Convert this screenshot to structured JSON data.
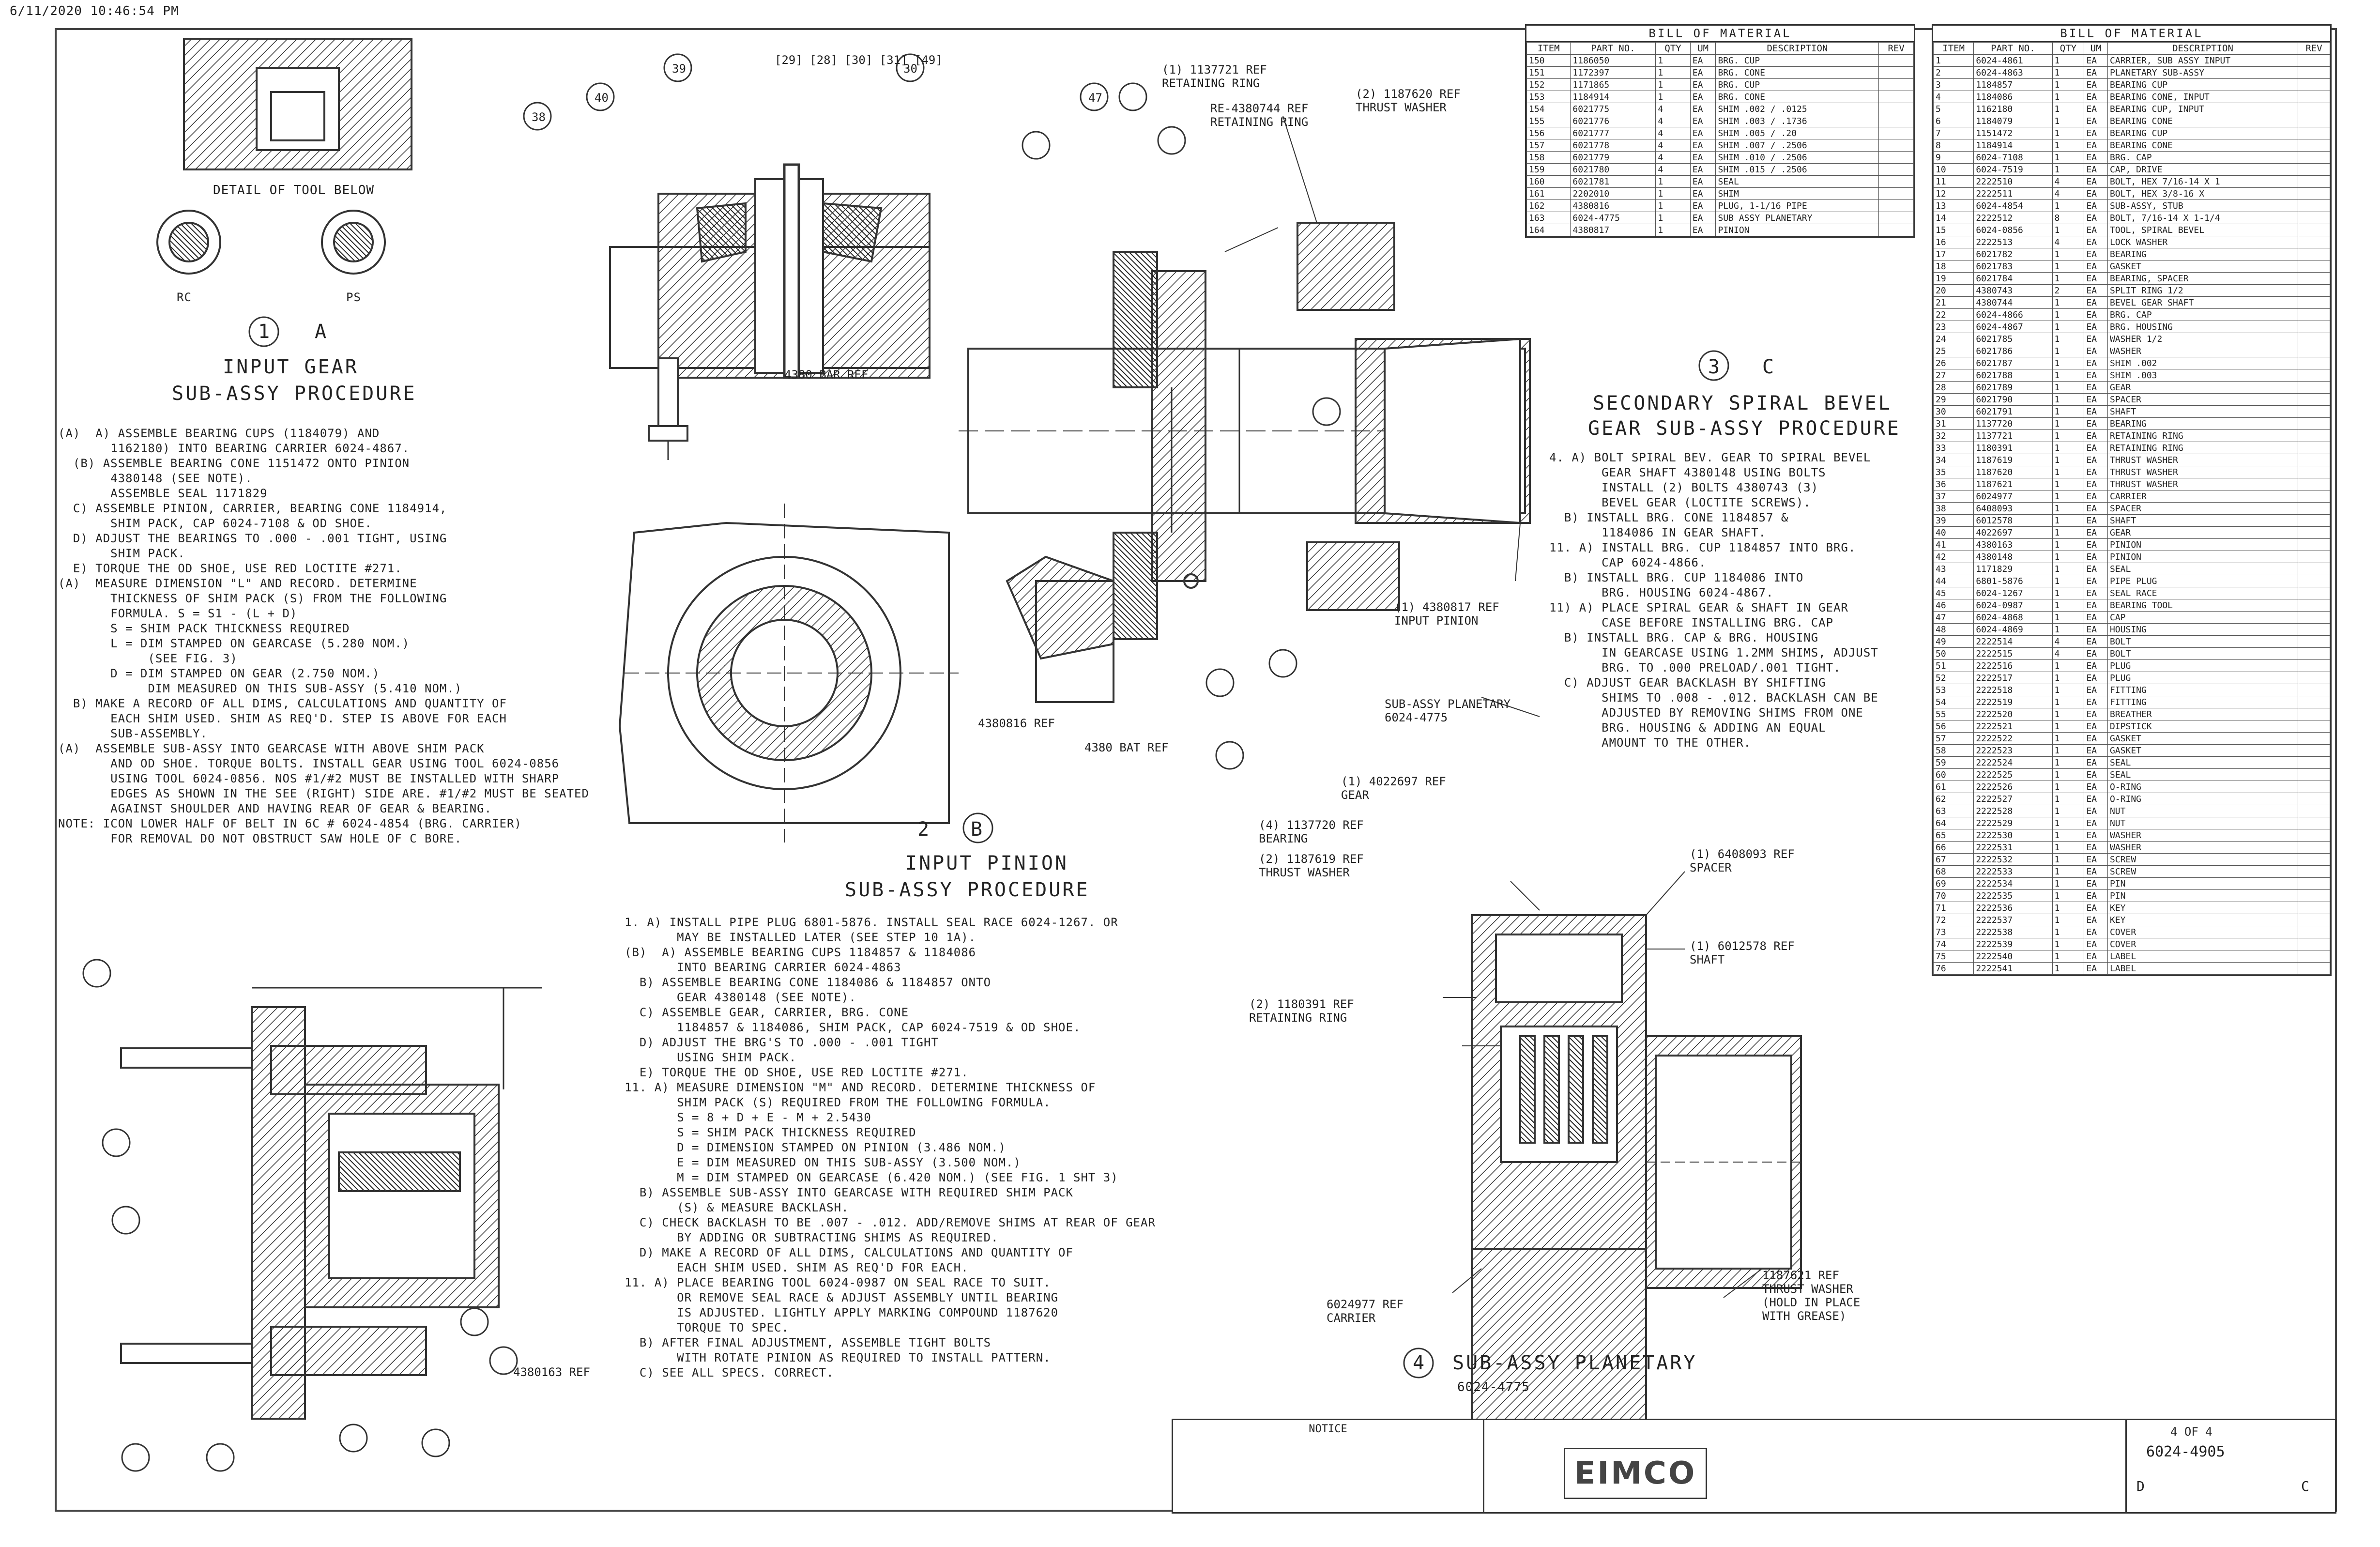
{
  "header": {
    "stamp": "6/11/2020 10:46:54 PM"
  },
  "views": {
    "input_gear": {
      "detail_caption": "DETAIL OF TOOL BELOW",
      "tool_labels": [
        "RC",
        "PS"
      ],
      "number": "1",
      "letter": "A",
      "title": [
        "INPUT GEAR",
        "SUB-ASSY PROCEDURE"
      ]
    },
    "input_pinion": {
      "number": "2",
      "letter": "B",
      "title": [
        "INPUT PINION",
        "SUB-ASSY PROCEDURE"
      ]
    },
    "secondary_bevel": {
      "number": "3",
      "letter": "C",
      "title": [
        "SECONDARY SPIRAL BEVEL",
        "GEAR SUB-ASSY PROCEDURE"
      ]
    },
    "planetary": {
      "number": "4",
      "title": "SUB-ASSY PLANETARY",
      "part": "6024-4775"
    }
  },
  "callouts": [
    {
      "id": "c_top_center",
      "text": "[29] [28] [30] [31] [49]"
    },
    {
      "id": "c_30",
      "text": "30"
    },
    {
      "id": "c_38",
      "text": "38"
    },
    {
      "id": "c_40",
      "text": "40"
    },
    {
      "id": "c_39",
      "text": "39"
    },
    {
      "id": "c_47",
      "text": "47"
    },
    {
      "id": "c_bar_ref",
      "text": "4380 BAR REF"
    },
    {
      "id": "c_ret_ring",
      "text": "(1) 1137721 REF\nRETAINING RING"
    },
    {
      "id": "c_rod_ref",
      "text": "RE-4380744 REF\nRETAINING RING"
    },
    {
      "id": "c_shim_ref",
      "text": "(2) 1187620 REF\nTHRUST WASHER"
    },
    {
      "id": "c_input_pinion",
      "text": "(1) 4380817 REF\nINPUT PINION"
    },
    {
      "id": "c_sub_assy",
      "text": "SUB-ASSY PLANETARY\n6024-4775"
    },
    {
      "id": "c_4380_ref",
      "text": "4380816 REF"
    },
    {
      "id": "c_bar_ref2",
      "text": "4380 BAT REF"
    },
    {
      "id": "c_gear_ref",
      "text": "(1) 4022697 REF\nGEAR"
    },
    {
      "id": "c_bearing",
      "text": "(4) 1137720 REF\nBEARING"
    },
    {
      "id": "c_thrust",
      "text": "(2) 1187619 REF\nTHRUST WASHER"
    },
    {
      "id": "c_spacer",
      "text": "(1) 6408093 REF\nSPACER"
    },
    {
      "id": "c_shaft",
      "text": "(1) 6012578 REF\nSHAFT"
    },
    {
      "id": "c_ret_ring2",
      "text": "(2) 1180391 REF\nRETAINING RING"
    },
    {
      "id": "c_carrier",
      "text": "6024977 REF\nCARRIER"
    },
    {
      "id": "c_thrust2",
      "text": "1187621 REF\nTHRUST WASHER\n(HOLD IN PLACE\nWITH GREASE)"
    },
    {
      "id": "c_carrier2",
      "text": "4380163 REF"
    }
  ],
  "procedures": {
    "input_gear": [
      "(A)  A) ASSEMBLE BEARING CUPS (1184079) AND",
      "       1162180) INTO BEARING CARRIER 6024-4867.",
      "  (B) ASSEMBLE BEARING CONE 1151472 ONTO PINION",
      "       4380148 (SEE NOTE).",
      "       ASSEMBLE SEAL 1171829",
      "  C) ASSEMBLE PINION, CARRIER, BEARING CONE 1184914,",
      "       SHIM PACK, CAP 6024-7108 & OD SHOE.",
      "  D) ADJUST THE BEARINGS TO .000 - .001 TIGHT, USING",
      "       SHIM PACK.",
      "  E) TORQUE THE OD SHOE, USE RED LOCTITE #271.",
      "",
      "(A)  MEASURE DIMENSION \"L\" AND RECORD. DETERMINE",
      "       THICKNESS OF SHIM PACK (S) FROM THE FOLLOWING",
      "       FORMULA. S = S1 - (L + D)",
      "       S = SHIM PACK THICKNESS REQUIRED",
      "       L = DIM STAMPED ON GEARCASE (5.280 NOM.)",
      "            (SEE FIG. 3)",
      "       D = DIM STAMPED ON GEAR (2.750 NOM.)",
      "            DIM MEASURED ON THIS SUB-ASSY (5.410 NOM.)",
      "  B) MAKE A RECORD OF ALL DIMS, CALCULATIONS AND QUANTITY OF",
      "       EACH SHIM USED. SHIM AS REQ'D. STEP IS ABOVE FOR EACH",
      "       SUB-ASSEMBLY.",
      "(A)  ASSEMBLE SUB-ASSY INTO GEARCASE WITH ABOVE SHIM PACK",
      "       AND OD SHOE. TORQUE BOLTS. INSTALL GEAR USING TOOL 6024-0856",
      "       USING TOOL 6024-0856. NOS #1/#2 MUST BE INSTALLED WITH SHARP",
      "       EDGES AS SHOWN IN THE SEE (RIGHT) SIDE ARE. #1/#2 MUST BE SEATED",
      "       AGAINST SHOULDER AND HAVING REAR OF GEAR & BEARING.",
      "",
      "NOTE: ICON LOWER HALF OF BELT IN 6C # 6024-4854 (BRG. CARRIER)",
      "       FOR REMOVAL DO NOT OBSTRUCT SAW HOLE OF C BORE."
    ],
    "input_pinion": [
      "1. A) INSTALL PIPE PLUG 6801-5876. INSTALL SEAL RACE 6024-1267. OR",
      "       MAY BE INSTALLED LATER (SEE STEP 10 1A).",
      "",
      "(B)  A) ASSEMBLE BEARING CUPS 1184857 & 1184086",
      "       INTO BEARING CARRIER 6024-4863",
      "  B) ASSEMBLE BEARING CONE 1184086 & 1184857 ONTO",
      "       GEAR 4380148 (SEE NOTE).",
      "  C) ASSEMBLE GEAR, CARRIER, BRG. CONE",
      "       1184857 & 1184086, SHIM PACK, CAP 6024-7519 & OD SHOE.",
      "  D) ADJUST THE BRG'S TO .000 - .001 TIGHT",
      "       USING SHIM PACK.",
      "  E) TORQUE THE OD SHOE, USE RED LOCTITE #271.",
      "",
      "11. A) MEASURE DIMENSION \"M\" AND RECORD. DETERMINE THICKNESS OF",
      "       SHIM PACK (S) REQUIRED FROM THE FOLLOWING FORMULA.",
      "       S = 8 + D + E - M + 2.5430",
      "       S = SHIM PACK THICKNESS REQUIRED",
      "       D = DIMENSION STAMPED ON PINION (3.486 NOM.)",
      "       E = DIM MEASURED ON THIS SUB-ASSY (3.500 NOM.)",
      "       M = DIM STAMPED ON GEARCASE (6.420 NOM.) (SEE FIG. 1 SHT 3)",
      "",
      "  B) ASSEMBLE SUB-ASSY INTO GEARCASE WITH REQUIRED SHIM PACK",
      "       (S) & MEASURE BACKLASH.",
      "  C) CHECK BACKLASH TO BE .007 - .012. ADD/REMOVE SHIMS AT REAR OF GEAR",
      "       BY ADDING OR SUBTRACTING SHIMS AS REQUIRED.",
      "  D) MAKE A RECORD OF ALL DIMS, CALCULATIONS AND QUANTITY OF",
      "       EACH SHIM USED. SHIM AS REQ'D FOR EACH.",
      "",
      "11. A) PLACE BEARING TOOL 6024-0987 ON SEAL RACE TO SUIT.",
      "       OR REMOVE SEAL RACE & ADJUST ASSEMBLY UNTIL BEARING",
      "       IS ADJUSTED. LIGHTLY APPLY MARKING COMPOUND 1187620",
      "       TORQUE TO SPEC.",
      "  B) AFTER FINAL ADJUSTMENT, ASSEMBLE TIGHT BOLTS",
      "       WITH ROTATE PINION AS REQUIRED TO INSTALL PATTERN.",
      "  C) SEE ALL SPECS. CORRECT."
    ],
    "secondary_bevel": [
      "4. A) BOLT SPIRAL BEV. GEAR TO SPIRAL BEVEL",
      "       GEAR SHAFT 4380148 USING BOLTS",
      "       INSTALL (2) BOLTS 4380743 (3)",
      "       BEVEL GEAR (LOCTITE SCREWS).",
      "",
      "  B) INSTALL BRG. CONE 1184857 &",
      "       1184086 IN GEAR SHAFT.",
      "",
      "11. A) INSTALL BRG. CUP 1184857 INTO BRG.",
      "       CAP 6024-4866.",
      "",
      "  B) INSTALL BRG. CUP 1184086 INTO",
      "       BRG. HOUSING 6024-4867.",
      "",
      "11) A) PLACE SPIRAL GEAR & SHAFT IN GEAR",
      "       CASE BEFORE INSTALLING BRG. CAP",
      "",
      "  B) INSTALL BRG. CAP & BRG. HOUSING",
      "       IN GEARCASE USING 1.2MM SHIMS, ADJUST",
      "       BRG. TO .000 PRELOAD/.001 TIGHT.",
      "",
      "  C) ADJUST GEAR BACKLASH BY SHIFTING",
      "       SHIMS TO .008 - .012. BACKLASH CAN BE",
      "       ADJUSTED BY REMOVING SHIMS FROM ONE",
      "       BRG. HOUSING & ADDING AN EQUAL",
      "       AMOUNT TO THE OTHER."
    ]
  },
  "bom_left": {
    "title": "BILL OF MATERIAL",
    "headers": [
      "ITEM",
      "PART NO.",
      "QTY",
      "UM",
      "DESCRIPTION",
      "REV"
    ],
    "rows": [
      [
        "150",
        "1186050",
        "1",
        "EA",
        "BRG. CUP",
        ""
      ],
      [
        "151",
        "1172397",
        "1",
        "EA",
        "BRG. CONE",
        ""
      ],
      [
        "152",
        "1171865",
        "1",
        "EA",
        "BRG. CUP",
        ""
      ],
      [
        "153",
        "1184914",
        "1",
        "EA",
        "BRG. CONE",
        ""
      ],
      [
        "154",
        "6021775",
        "4",
        "EA",
        "SHIM .002 / .0125",
        ""
      ],
      [
        "155",
        "6021776",
        "4",
        "EA",
        "SHIM .003 / .1736",
        ""
      ],
      [
        "156",
        "6021777",
        "4",
        "EA",
        "SHIM .005 / .20",
        ""
      ],
      [
        "157",
        "6021778",
        "4",
        "EA",
        "SHIM .007 / .2506",
        ""
      ],
      [
        "158",
        "6021779",
        "4",
        "EA",
        "SHIM .010 / .2506",
        ""
      ],
      [
        "159",
        "6021780",
        "4",
        "EA",
        "SHIM .015 / .2506",
        ""
      ],
      [
        "160",
        "6021781",
        "1",
        "EA",
        "SEAL",
        ""
      ],
      [
        "161",
        "2202010",
        "1",
        "EA",
        "SHIM",
        ""
      ],
      [
        "162",
        "4380816",
        "1",
        "EA",
        "PLUG, 1-1/16 PIPE",
        ""
      ],
      [
        "163",
        "6024-4775",
        "1",
        "EA",
        "SUB ASSY PLANETARY",
        ""
      ],
      [
        "164",
        "4380817",
        "1",
        "EA",
        "PINION",
        ""
      ]
    ]
  },
  "bom_right": {
    "title": "BILL OF MATERIAL",
    "headers": [
      "ITEM",
      "PART NO.",
      "QTY",
      "UM",
      "DESCRIPTION",
      "REV"
    ],
    "rows": [
      [
        "1",
        "6024-4861",
        "1",
        "EA",
        "CARRIER, SUB ASSY INPUT",
        ""
      ],
      [
        "2",
        "6024-4863",
        "1",
        "EA",
        "PLANETARY SUB-ASSY",
        ""
      ],
      [
        "3",
        "1184857",
        "1",
        "EA",
        "BEARING CUP",
        ""
      ],
      [
        "4",
        "1184086",
        "1",
        "EA",
        "BEARING CONE, INPUT",
        ""
      ],
      [
        "5",
        "1162180",
        "1",
        "EA",
        "BEARING CUP, INPUT",
        ""
      ],
      [
        "6",
        "1184079",
        "1",
        "EA",
        "BEARING CONE",
        ""
      ],
      [
        "7",
        "1151472",
        "1",
        "EA",
        "BEARING CUP",
        ""
      ],
      [
        "8",
        "1184914",
        "1",
        "EA",
        "BEARING CONE",
        ""
      ],
      [
        "9",
        "6024-7108",
        "1",
        "EA",
        "BRG. CAP",
        ""
      ],
      [
        "10",
        "6024-7519",
        "1",
        "EA",
        "CAP, DRIVE",
        ""
      ],
      [
        "11",
        "2222510",
        "4",
        "EA",
        "BOLT, HEX 7/16-14 X 1",
        ""
      ],
      [
        "12",
        "2222511",
        "4",
        "EA",
        "BOLT, HEX 3/8-16 X",
        ""
      ],
      [
        "13",
        "6024-4854",
        "1",
        "EA",
        "SUB-ASSY, STUB",
        ""
      ],
      [
        "14",
        "2222512",
        "8",
        "EA",
        "BOLT, 7/16-14 X 1-1/4",
        ""
      ],
      [
        "15",
        "6024-0856",
        "1",
        "EA",
        "TOOL, SPIRAL BEVEL",
        ""
      ],
      [
        "16",
        "2222513",
        "4",
        "EA",
        "LOCK WASHER",
        ""
      ],
      [
        "17",
        "6021782",
        "1",
        "EA",
        "BEARING",
        ""
      ],
      [
        "18",
        "6021783",
        "1",
        "EA",
        "GASKET",
        ""
      ],
      [
        "19",
        "6021784",
        "1",
        "EA",
        "BEARING, SPACER",
        ""
      ],
      [
        "20",
        "4380743",
        "2",
        "EA",
        "SPLIT RING 1/2",
        ""
      ],
      [
        "21",
        "4380744",
        "1",
        "EA",
        "BEVEL GEAR SHAFT",
        ""
      ],
      [
        "22",
        "6024-4866",
        "1",
        "EA",
        "BRG. CAP",
        ""
      ],
      [
        "23",
        "6024-4867",
        "1",
        "EA",
        "BRG. HOUSING",
        ""
      ],
      [
        "24",
        "6021785",
        "1",
        "EA",
        "WASHER 1/2",
        ""
      ],
      [
        "25",
        "6021786",
        "1",
        "EA",
        "WASHER",
        ""
      ],
      [
        "26",
        "6021787",
        "1",
        "EA",
        "SHIM .002",
        ""
      ],
      [
        "27",
        "6021788",
        "1",
        "EA",
        "SHIM .003",
        ""
      ],
      [
        "28",
        "6021789",
        "1",
        "EA",
        "GEAR",
        ""
      ],
      [
        "29",
        "6021790",
        "1",
        "EA",
        "SPACER",
        ""
      ],
      [
        "30",
        "6021791",
        "1",
        "EA",
        "SHAFT",
        ""
      ],
      [
        "31",
        "1137720",
        "1",
        "EA",
        "BEARING",
        ""
      ],
      [
        "32",
        "1137721",
        "1",
        "EA",
        "RETAINING RING",
        ""
      ],
      [
        "33",
        "1180391",
        "1",
        "EA",
        "RETAINING RING",
        ""
      ],
      [
        "34",
        "1187619",
        "1",
        "EA",
        "THRUST WASHER",
        ""
      ],
      [
        "35",
        "1187620",
        "1",
        "EA",
        "THRUST WASHER",
        ""
      ],
      [
        "36",
        "1187621",
        "1",
        "EA",
        "THRUST WASHER",
        ""
      ],
      [
        "37",
        "6024977",
        "1",
        "EA",
        "CARRIER",
        ""
      ],
      [
        "38",
        "6408093",
        "1",
        "EA",
        "SPACER",
        ""
      ],
      [
        "39",
        "6012578",
        "1",
        "EA",
        "SHAFT",
        ""
      ],
      [
        "40",
        "4022697",
        "1",
        "EA",
        "GEAR",
        ""
      ],
      [
        "41",
        "4380163",
        "1",
        "EA",
        "PINION",
        ""
      ],
      [
        "42",
        "4380148",
        "1",
        "EA",
        "PINION",
        ""
      ],
      [
        "43",
        "1171829",
        "1",
        "EA",
        "SEAL",
        ""
      ],
      [
        "44",
        "6801-5876",
        "1",
        "EA",
        "PIPE PLUG",
        ""
      ],
      [
        "45",
        "6024-1267",
        "1",
        "EA",
        "SEAL RACE",
        ""
      ],
      [
        "46",
        "6024-0987",
        "1",
        "EA",
        "BEARING TOOL",
        ""
      ],
      [
        "47",
        "6024-4868",
        "1",
        "EA",
        "CAP",
        ""
      ],
      [
        "48",
        "6024-4869",
        "1",
        "EA",
        "HOUSING",
        ""
      ],
      [
        "49",
        "2222514",
        "4",
        "EA",
        "BOLT",
        ""
      ],
      [
        "50",
        "2222515",
        "4",
        "EA",
        "BOLT",
        ""
      ],
      [
        "51",
        "2222516",
        "1",
        "EA",
        "PLUG",
        ""
      ],
      [
        "52",
        "2222517",
        "1",
        "EA",
        "PLUG",
        ""
      ],
      [
        "53",
        "2222518",
        "1",
        "EA",
        "FITTING",
        ""
      ],
      [
        "54",
        "2222519",
        "1",
        "EA",
        "FITTING",
        ""
      ],
      [
        "55",
        "2222520",
        "1",
        "EA",
        "BREATHER",
        ""
      ],
      [
        "56",
        "2222521",
        "1",
        "EA",
        "DIPSTICK",
        ""
      ],
      [
        "57",
        "2222522",
        "1",
        "EA",
        "GASKET",
        ""
      ],
      [
        "58",
        "2222523",
        "1",
        "EA",
        "GASKET",
        ""
      ],
      [
        "59",
        "2222524",
        "1",
        "EA",
        "SEAL",
        ""
      ],
      [
        "60",
        "2222525",
        "1",
        "EA",
        "SEAL",
        ""
      ],
      [
        "61",
        "2222526",
        "1",
        "EA",
        "O-RING",
        ""
      ],
      [
        "62",
        "2222527",
        "1",
        "EA",
        "O-RING",
        ""
      ],
      [
        "63",
        "2222528",
        "1",
        "EA",
        "NUT",
        ""
      ],
      [
        "64",
        "2222529",
        "1",
        "EA",
        "NUT",
        ""
      ],
      [
        "65",
        "2222530",
        "1",
        "EA",
        "WASHER",
        ""
      ],
      [
        "66",
        "2222531",
        "1",
        "EA",
        "WASHER",
        ""
      ],
      [
        "67",
        "2222532",
        "1",
        "EA",
        "SCREW",
        ""
      ],
      [
        "68",
        "2222533",
        "1",
        "EA",
        "SCREW",
        ""
      ],
      [
        "69",
        "2222534",
        "1",
        "EA",
        "PIN",
        ""
      ],
      [
        "70",
        "2222535",
        "1",
        "EA",
        "PIN",
        ""
      ],
      [
        "71",
        "2222536",
        "1",
        "EA",
        "KEY",
        ""
      ],
      [
        "72",
        "2222537",
        "1",
        "EA",
        "KEY",
        ""
      ],
      [
        "73",
        "2222538",
        "1",
        "EA",
        "COVER",
        ""
      ],
      [
        "74",
        "2222539",
        "1",
        "EA",
        "COVER",
        ""
      ],
      [
        "75",
        "2222540",
        "1",
        "EA",
        "LABEL",
        ""
      ],
      [
        "76",
        "2222541",
        "1",
        "EA",
        "LABEL",
        ""
      ]
    ]
  },
  "title_block": {
    "logo": "EIMCO",
    "dwg_no": "6024-4905",
    "sheet": "4 OF 4",
    "rev": "C",
    "size": "D",
    "scale_note": "NOTICE"
  }
}
